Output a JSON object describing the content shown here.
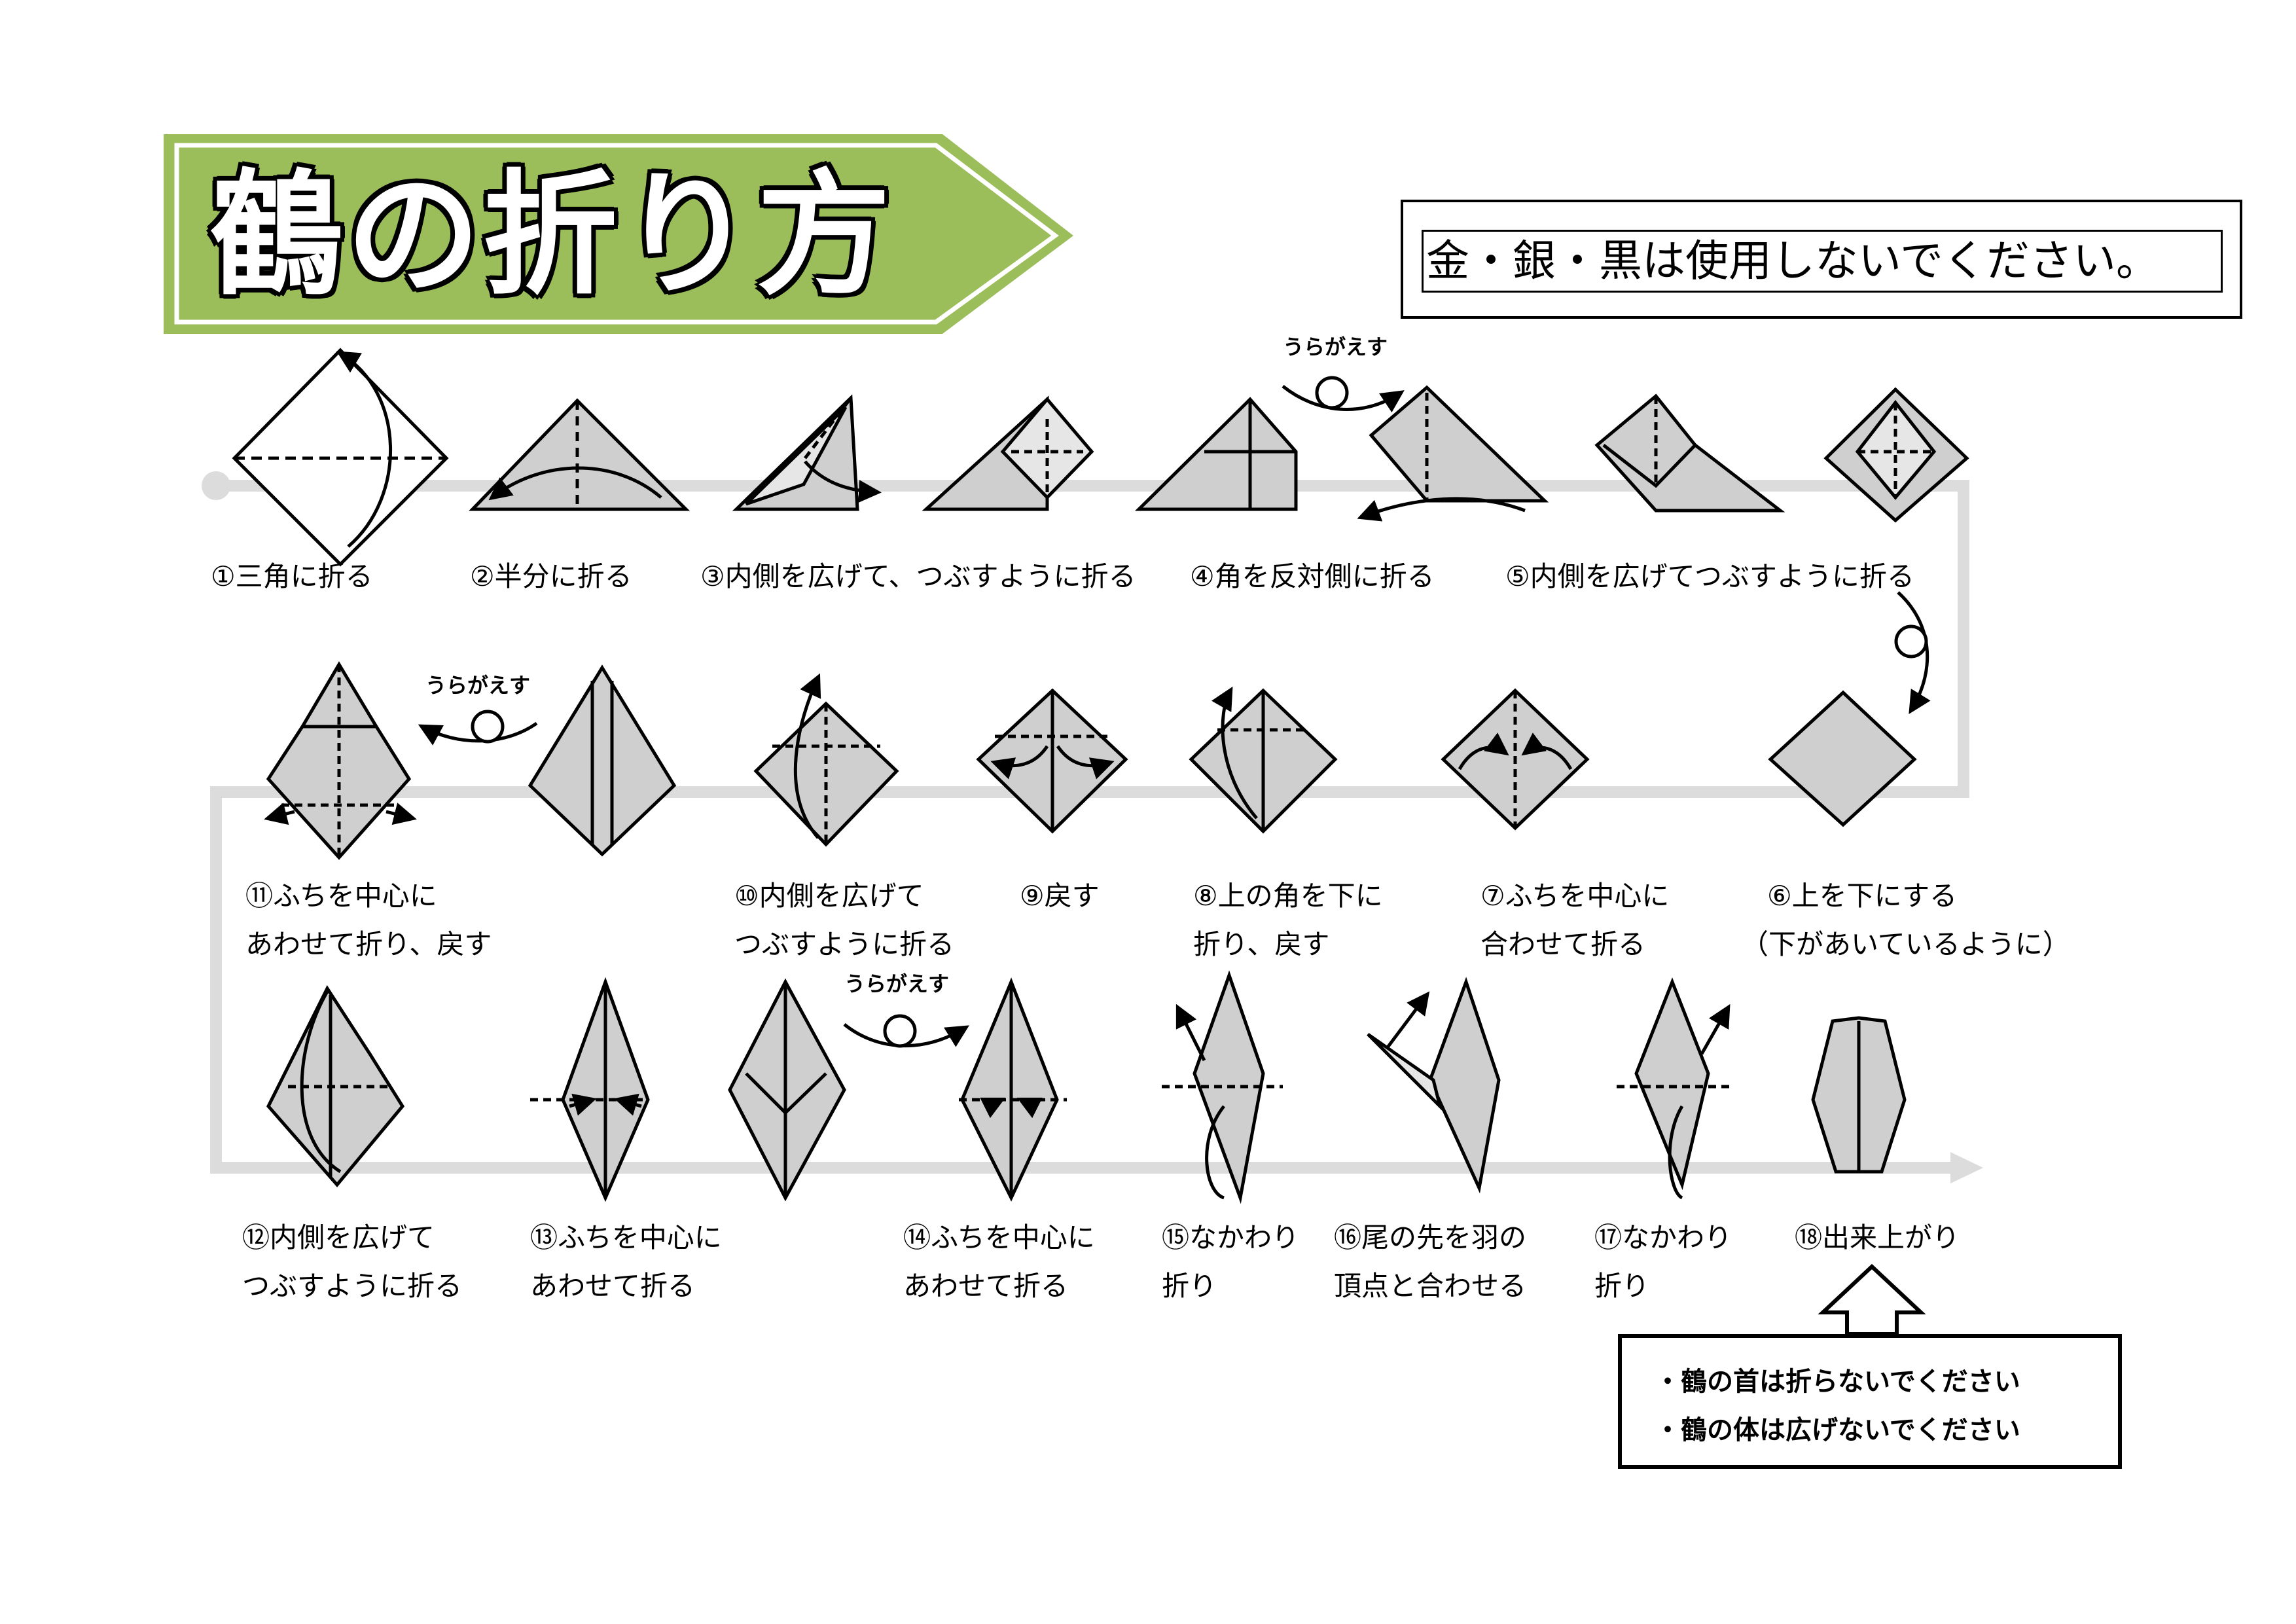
{
  "title": "鶴の折り方",
  "warning": "金・銀・黒は使用しないでください。",
  "flip_label": "うらがえす",
  "steps": [
    {
      "line1": "①三角に折る"
    },
    {
      "line1": "②半分に折る"
    },
    {
      "line1": "③内側を広げて、つぶすように折る"
    },
    {
      "line1": "④角を反対側に折る"
    },
    {
      "line1": "⑤内側を広げてつぶすように折る"
    },
    {
      "line1": "⑥上を下にする",
      "line2": "（下があいているように）"
    },
    {
      "line1": "⑦ふちを中心に",
      "line2": "合わせて折る"
    },
    {
      "line1": "⑧上の角を下に",
      "line2": "折り、戻す"
    },
    {
      "line1": "⑨戻す"
    },
    {
      "line1": "⑩内側を広げて",
      "line2": "つぶすように折る"
    },
    {
      "line1": "⑪ふちを中心に",
      "line2": "あわせて折り、戻す"
    },
    {
      "line1": "⑫内側を広げて",
      "line2": "つぶすように折る"
    },
    {
      "line1": "⑬ふちを中心に",
      "line2": "あわせて折る"
    },
    {
      "line1": "⑭ふちを中心に",
      "line2": "あわせて折る"
    },
    {
      "line1": "⑮なかわり",
      "line2": "折り"
    },
    {
      "line1": "⑯尾の先を羽の",
      "line2": "頂点と合わせる"
    },
    {
      "line1": "⑰なかわり",
      "line2": "折り"
    },
    {
      "line1": "⑱出来上がり"
    }
  ],
  "notes": [
    "・鶴の首は折らないでください",
    "・鶴の体は広げないでください"
  ],
  "colors": {
    "banner_green": "#9bbd5a",
    "track_gray": "#dcdcdc",
    "paper_gray": "#cfcfcf"
  }
}
